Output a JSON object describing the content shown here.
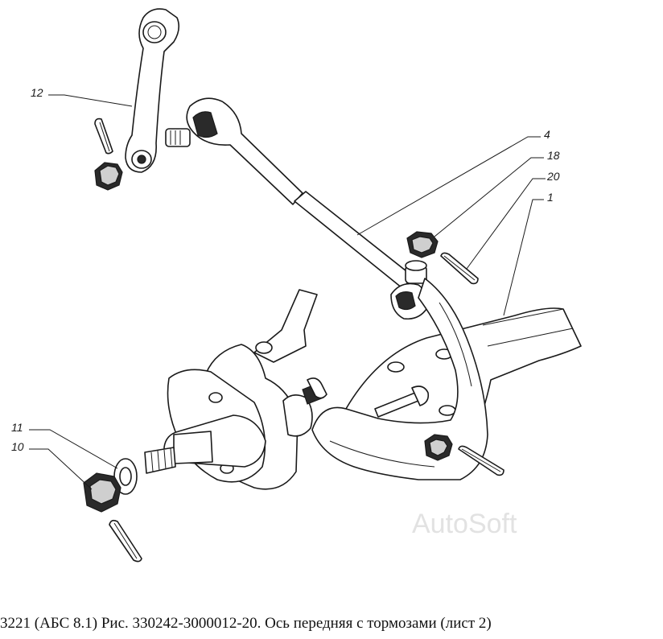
{
  "callouts": [
    {
      "id": "12",
      "text": "12"
    },
    {
      "id": "4",
      "text": "4"
    },
    {
      "id": "18",
      "text": "18"
    },
    {
      "id": "20",
      "text": "20"
    },
    {
      "id": "1",
      "text": "1"
    },
    {
      "id": "11",
      "text": "11"
    },
    {
      "id": "10",
      "text": "10"
    }
  ],
  "watermark": "AutoSoft",
  "caption": "3221 (АБС 8.1) Рис. 330242-3000012-20. Ось передняя с тормозами (лист 2)"
}
